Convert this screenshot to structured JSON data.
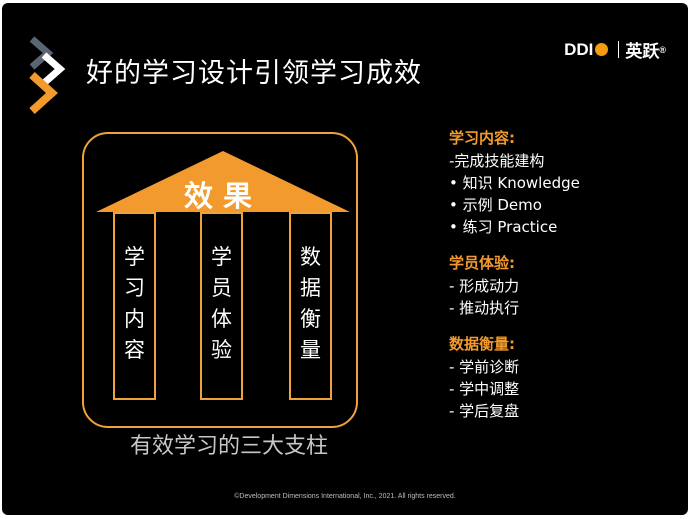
{
  "slide": {
    "title": "好的学习设计引领学习成效",
    "logo": {
      "ddi": "DDI",
      "brand_cn": "英跃",
      "reg": "®"
    },
    "diagram": {
      "roof_label": "效果",
      "pillars": [
        "学习内容",
        "学员体验",
        "数据衡量"
      ],
      "caption": "有效学习的三大支柱"
    },
    "sections": [
      {
        "heading": "学习内容:",
        "lines": [
          "-完成技能建构",
          "•  知识 Knowledge",
          "•  示例 Demo",
          "•  练习 Practice"
        ]
      },
      {
        "heading": "学员体验:",
        "lines": [
          "-  形成动力",
          "-  推动执行"
        ]
      },
      {
        "heading": "数据衡量:",
        "lines": [
          "-  学前诊断",
          "-  学中调整",
          "-  学后复盘"
        ]
      }
    ],
    "footer": "©Development Dimensions International, Inc., 2021. All rights reserved."
  },
  "colors": {
    "accent": "#f39a2e",
    "chevron_dark": "#5a6573",
    "background": "#000000"
  }
}
